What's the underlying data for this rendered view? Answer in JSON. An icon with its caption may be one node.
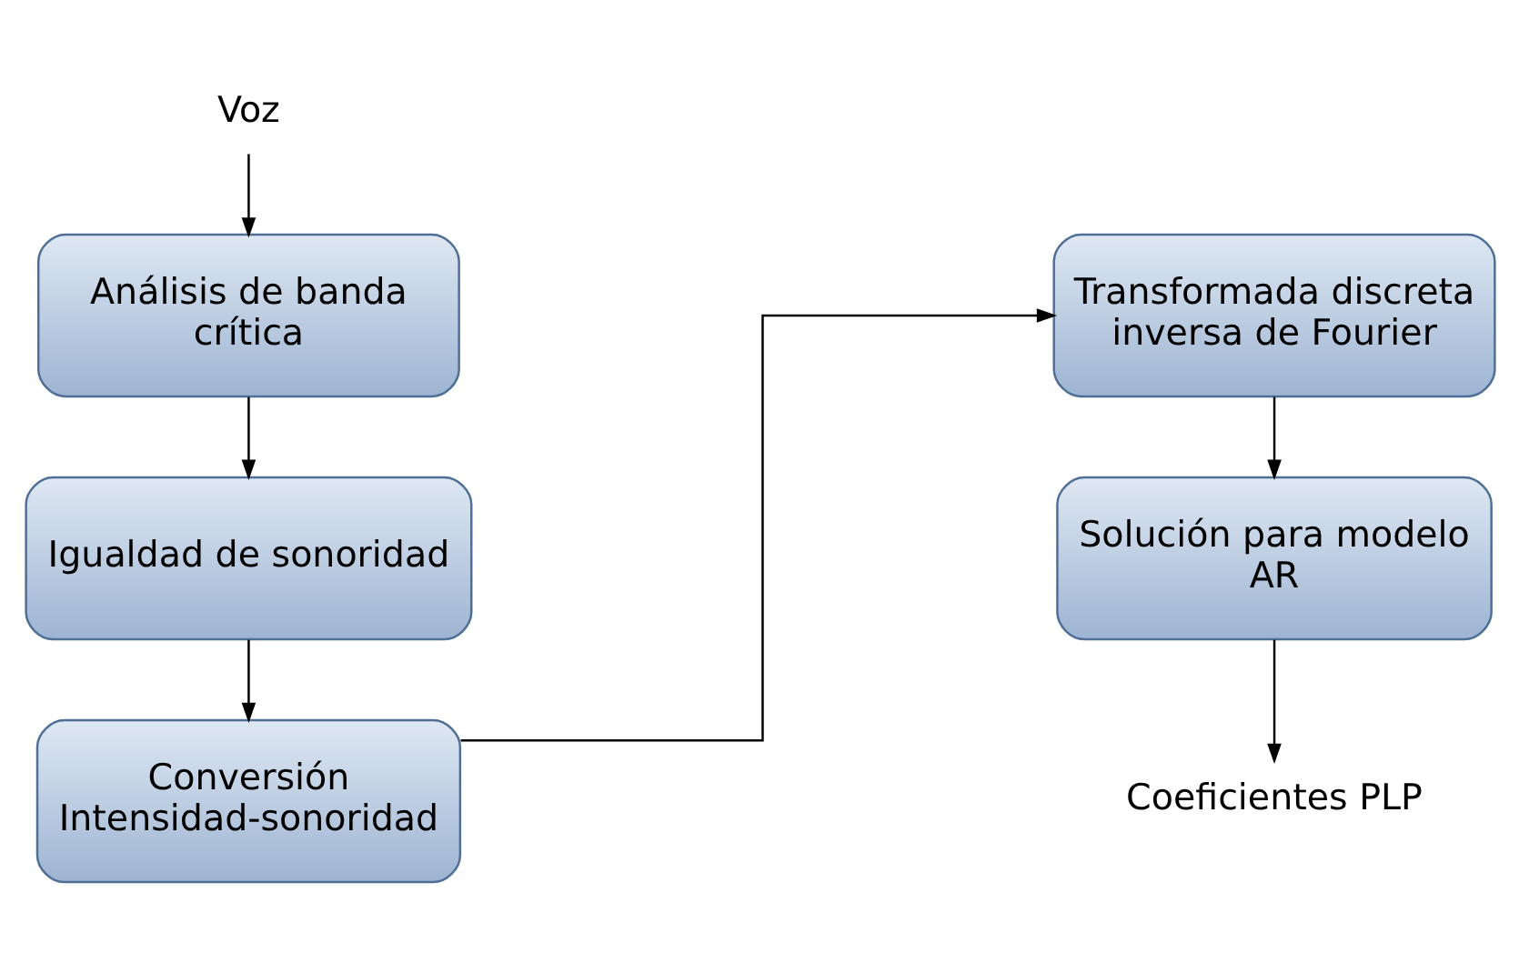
{
  "diagram": {
    "nodes": [
      {
        "text": [
          "Voz"
        ]
      },
      {
        "text": [
          "Análisis de banda crítica"
        ]
      },
      {
        "text": [
          "Igualdad de sonoridad"
        ]
      },
      {
        "text": [
          "Conversión Intensidad-sonoridad"
        ]
      },
      {
        "text": [
          "Transformada discreta inversa de Fourier"
        ]
      },
      {
        "text": [
          "Solución para modelo AR"
        ]
      },
      {
        "text": [
          "Coeficientes PLP"
        ]
      }
    ],
    "edges": [
      {
        "from": 0,
        "to": 1,
        "arrow": "to"
      },
      {
        "from": 1,
        "to": 2,
        "arrow": "to"
      },
      {
        "from": 2,
        "to": 3,
        "arrow": "to"
      },
      {
        "from": 3,
        "to": 4,
        "arrow": "to"
      },
      {
        "from": 4,
        "to": 5,
        "arrow": "to"
      },
      {
        "from": 5,
        "to": 6,
        "arrow": "to"
      }
    ]
  }
}
